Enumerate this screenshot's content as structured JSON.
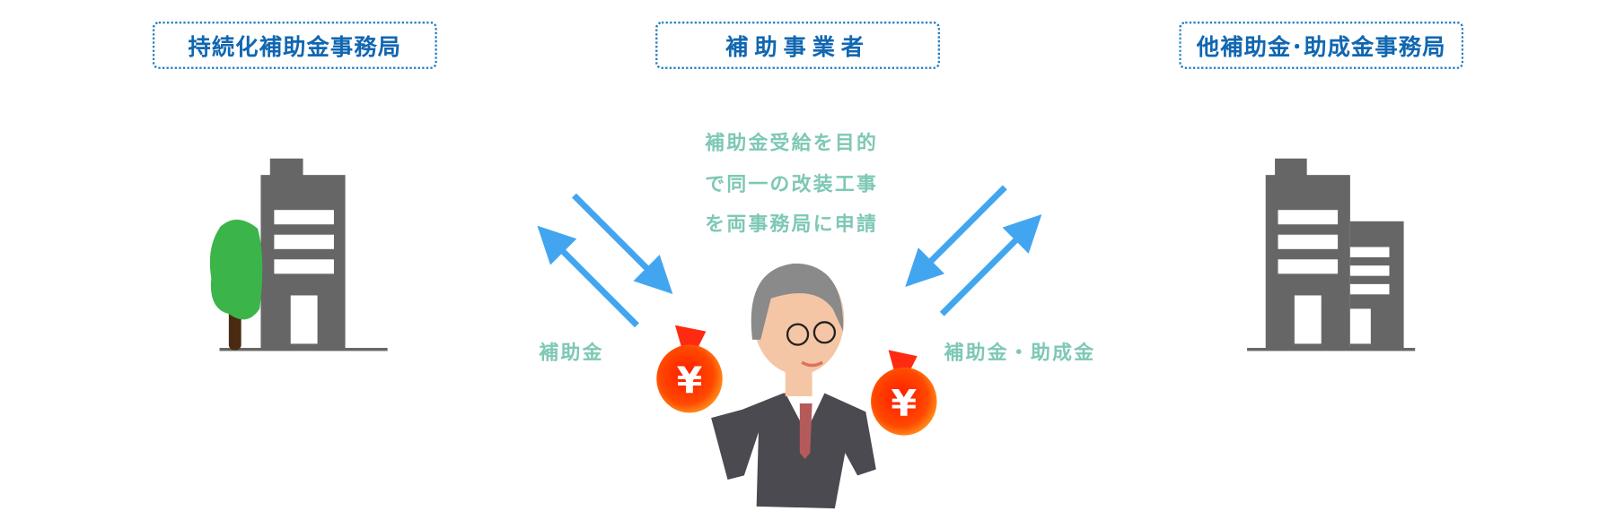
{
  "headers": {
    "left": "持続化補助金事務局",
    "center": "補助事業者",
    "right": "他補助金･助成金事務局"
  },
  "note_lines": [
    "補助金受給を目的",
    "で同一の改装工事",
    "を両事務局に申請"
  ],
  "labels": {
    "left_money": "補助金",
    "right_money": "補助金・助成金"
  },
  "money_symbol": "¥",
  "colors": {
    "header": "#1167b1",
    "teal_text": "#7ec8b5",
    "arrow": "#42a5f0",
    "building": "#666666",
    "tree": "#3bb54a"
  }
}
